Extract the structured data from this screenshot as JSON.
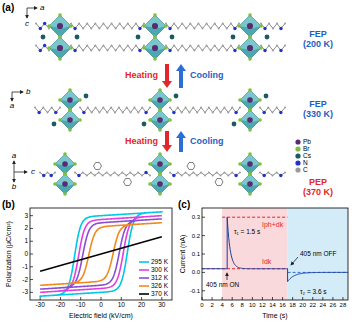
{
  "diagram": {
    "labels": [
      "(a)",
      "a",
      "c",
      "FEP (200 K)",
      "Heating",
      "Cooling",
      "b",
      "a",
      "FEP (330 K)",
      "Heating",
      "Cooling",
      "a",
      "c",
      "b",
      "PEP (370 K)",
      "(b)",
      "Polarization (μC/cm²)",
      "3",
      "2",
      "1",
      "0",
      "-1",
      "-2",
      "-3",
      "-30",
      "-20",
      "-10",
      "0",
      "10",
      "20",
      "30",
      "Electric field (kV/cm)",
      "(c)",
      "Current (nA)",
      "0.3",
      "0.2",
      "0.1",
      "0.0",
      "-0.1",
      "0",
      "2",
      "4",
      "6",
      "8",
      "10",
      "12",
      "14",
      "16",
      "18",
      "20",
      "22",
      "24",
      "26",
      "28",
      "Time (s)",
      "Iph+dk",
      "Idk",
      "τ₁ = 1.5 s",
      "405 nm ON",
      "405 nm OFF",
      "τ₂ = 3.6 s"
    ],
    "legend": [
      {
        "text": "Pb",
        "color": "#5b2b72"
      },
      {
        "text": "Br",
        "color": "#7bbf3c"
      },
      {
        "text": "Cs",
        "color": "#1b5a60"
      },
      {
        "text": "N",
        "color": "#2233cc"
      },
      {
        "text": "C",
        "color": "#9a9a9a"
      },
      {
        "text": "295 K",
        "color": "#00c8e6"
      },
      {
        "text": "300 K",
        "color": "#e040e0"
      },
      {
        "text": "312 K",
        "color": "#8a4fd0"
      },
      {
        "text": "326 K",
        "color": "#f08a1e"
      },
      {
        "text": "370 K",
        "color": "#000000"
      }
    ]
  }
}
